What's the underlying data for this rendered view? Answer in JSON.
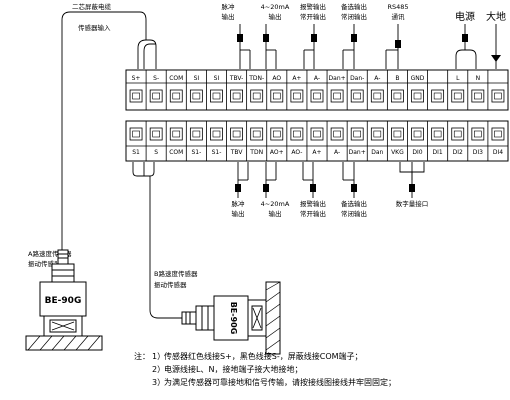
{
  "top_labels": {
    "two_wire_title": "二芯屏蔽电缆",
    "two_wire_sub": "传感器输入",
    "pulse": [
      "脉冲",
      "输出"
    ],
    "current": [
      "4~20mA",
      "输出"
    ],
    "alarm1": [
      "报警输出",
      "常开输出"
    ],
    "alarm2": [
      "备选输出",
      "常闭输出"
    ],
    "rs485": [
      "RS485",
      "通讯"
    ],
    "power": "电源",
    "ground": "大地"
  },
  "top_terminals": [
    "S+",
    "S-",
    "COM",
    "SI",
    "SI",
    "TBV-",
    "TDN-",
    "AO",
    "A+",
    "A-",
    "Dan+",
    "Dan-",
    "A-",
    "B",
    "GND",
    "",
    "L",
    "N",
    ""
  ],
  "bottom_terminals": [
    "S1",
    "S",
    "COM",
    "S1-",
    "S1-",
    "TBV",
    "TDN",
    "AO+",
    "AO-",
    "A+",
    "A-",
    "Dan+",
    "Dan",
    "VKG",
    "DI0",
    "DI1",
    "DI2",
    "DI3",
    "DI4"
  ],
  "bottom_labels": {
    "pulse": [
      "脉冲",
      "输出"
    ],
    "current": [
      "4~20mA",
      "输出"
    ],
    "alarm1": [
      "报警输出",
      "常开输出"
    ],
    "alarm2": [
      "备选输出",
      "常闭输出"
    ],
    "io": "数字量接口"
  },
  "sensors": {
    "left_caption": [
      "A路速度传感器",
      "振动传感器"
    ],
    "left_model": "BE-90G",
    "right_caption": [
      "B路速度传感器",
      "振动传感器"
    ],
    "right_model": "BE-90G"
  },
  "notes": {
    "prefix": "注：",
    "items": [
      {
        "num": "1）",
        "text": "传感器红色线接S+，黑色线接S-，屏蔽线接COM端子；"
      },
      {
        "num": "2）",
        "text": "电源线接L、N，接地端子接大地接地；"
      },
      {
        "num": "3）",
        "text": "为满足传感器可靠接地和信号传输，请按接线图接线并牢固固定；"
      }
    ]
  }
}
